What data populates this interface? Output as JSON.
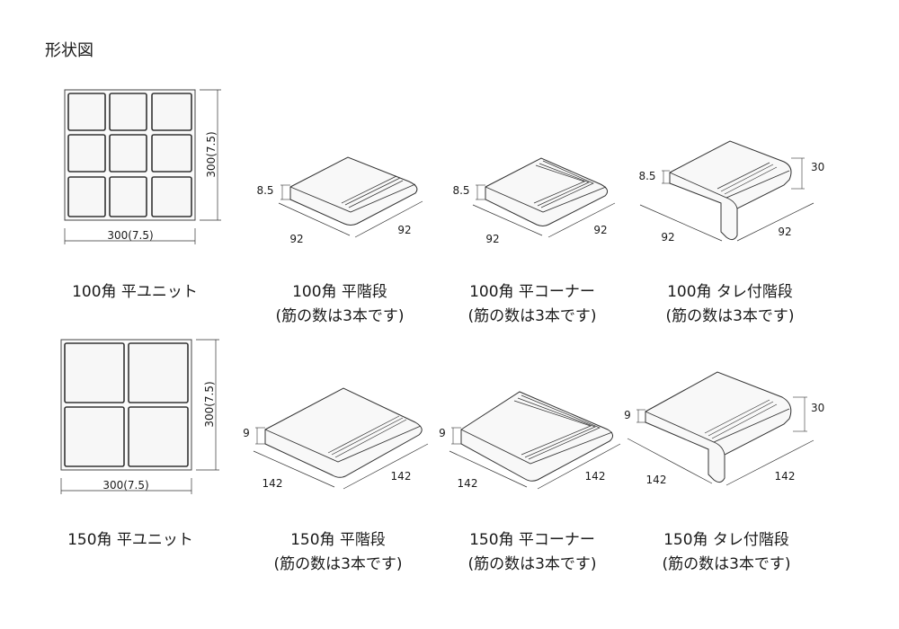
{
  "heading": "形状図",
  "row1": {
    "unit": {
      "label": "100角 平ユニット",
      "width_dim": "300(7.5)",
      "height_dim": "300(7.5)"
    },
    "flat_step": {
      "label": "100角 平階段",
      "note": "(筋の数は3本です)",
      "thickness": "8.5",
      "left_dim": "92",
      "right_dim": "92"
    },
    "flat_corner": {
      "label": "100角 平コーナー",
      "note": "(筋の数は3本です)",
      "thickness": "8.5",
      "left_dim": "92",
      "right_dim": "92"
    },
    "tare_step": {
      "label": "100角 タレ付階段",
      "note": "(筋の数は3本です)",
      "thickness": "8.5",
      "drop": "30",
      "left_dim": "92",
      "right_dim": "92"
    }
  },
  "row2": {
    "unit": {
      "label": "150角 平ユニット",
      "width_dim": "300(7.5)",
      "height_dim": "300(7.5)"
    },
    "flat_step": {
      "label": "150角 平階段",
      "note": "(筋の数は3本です)",
      "thickness": "9",
      "left_dim": "142",
      "right_dim": "142"
    },
    "flat_corner": {
      "label": "150角 平コーナー",
      "note": "(筋の数は3本です)",
      "thickness": "9",
      "left_dim": "142",
      "right_dim": "142"
    },
    "tare_step": {
      "label": "150角 タレ付階段",
      "note": "(筋の数は3本です)",
      "thickness": "9",
      "drop": "30",
      "left_dim": "142",
      "right_dim": "142"
    }
  }
}
